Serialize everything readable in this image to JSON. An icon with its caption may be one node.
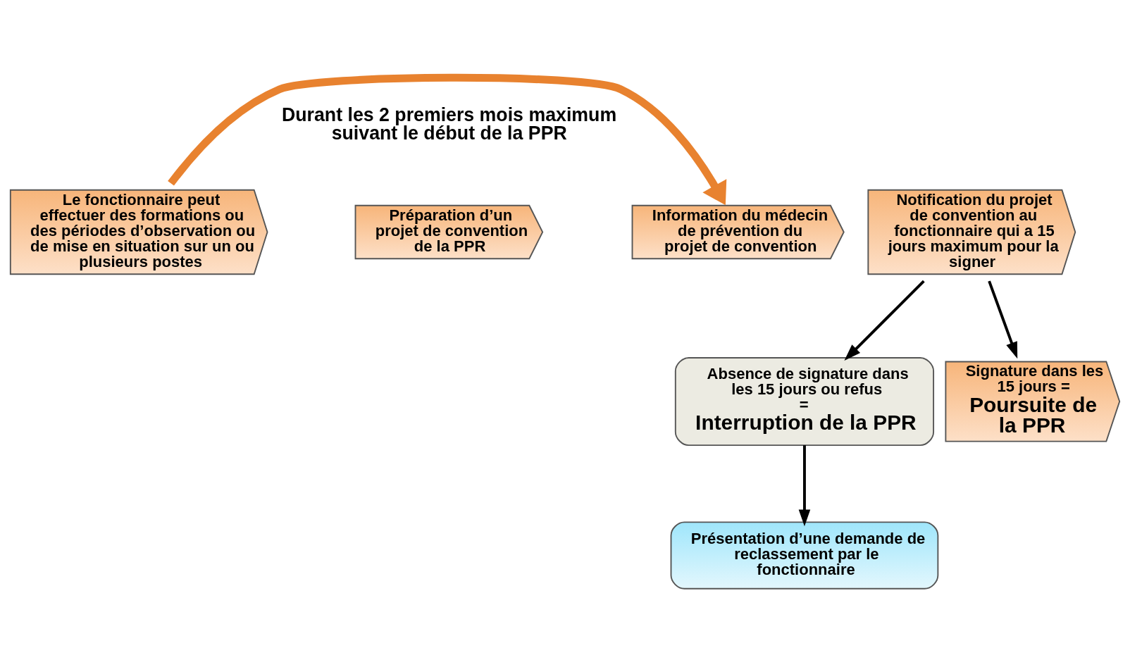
{
  "diagram": {
    "nodes": [
      {
        "text": [
          "Le fonctionnaire peut effectuer des formations ou des périodes d’observation ou de mise en situation sur un ou plusieurs postes"
        ]
      },
      {
        "text": [
          "Préparation d’un projet de convention de la PPR"
        ]
      },
      {
        "text": [
          "Information du médecin de prévention du projet de convention"
        ]
      },
      {
        "text": [
          "Notification du projet de convention au fonctionnaire qui a 15 jours maximum pour la signer"
        ]
      },
      {
        "text": [
          "Absence de signature dans les 15 jours ou refus",
          "=",
          "Interruption de la PPR"
        ]
      },
      {
        "text": [
          "Signature dans les 15 jours =",
          "Poursuite de la PPR"
        ]
      },
      {
        "text": [
          "Présentation d’une demande de reclassement par le fonctionnaire"
        ]
      }
    ],
    "edges": [
      {
        "from": 0,
        "to": 2,
        "arrow": "to",
        "label": "Durant les 2 premiers mois maximum suivant le début de la PPR",
        "style": "thick",
        "color": "#e8822f"
      },
      {
        "from": 3,
        "to": 4,
        "arrow": "to"
      },
      {
        "from": 3,
        "to": 5,
        "arrow": "to"
      },
      {
        "from": 4,
        "to": 6,
        "arrow": "to"
      }
    ]
  }
}
